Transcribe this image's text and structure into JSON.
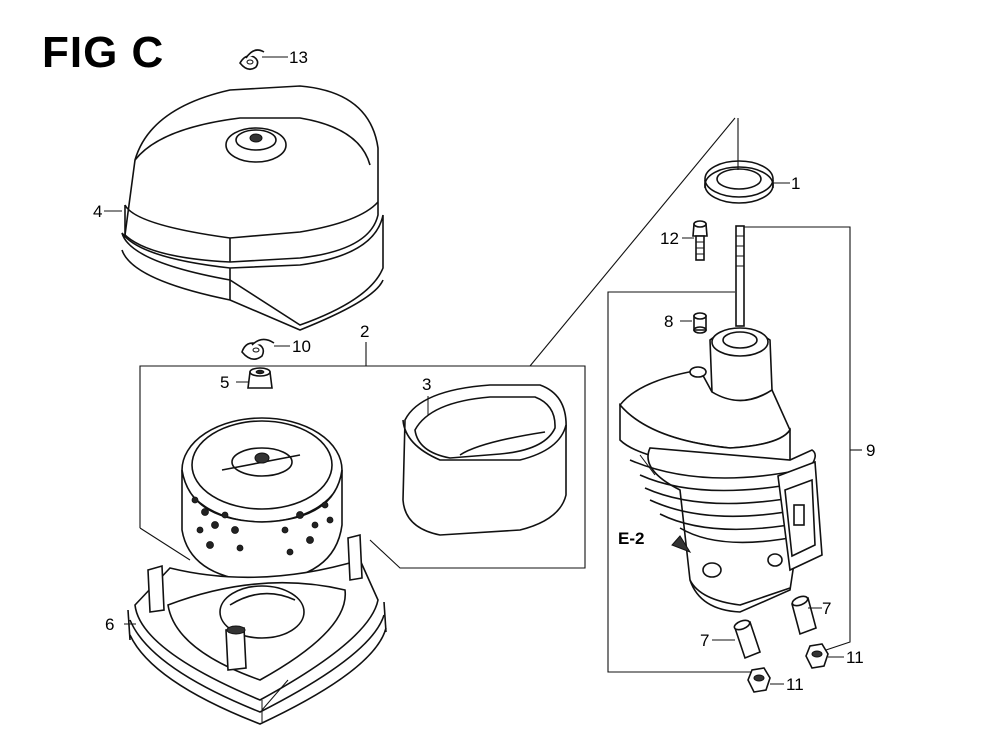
{
  "title": "FIG C",
  "callouts": {
    "p1": "1",
    "p2": "2",
    "p3": "3",
    "p4": "4",
    "p5": "5",
    "p6": "6",
    "p7a": "7",
    "p7b": "7",
    "p8": "8",
    "p9": "9",
    "p10": "10",
    "p11a": "11",
    "p11b": "11",
    "p12": "12",
    "p13": "13"
  },
  "reference": "E-2"
}
